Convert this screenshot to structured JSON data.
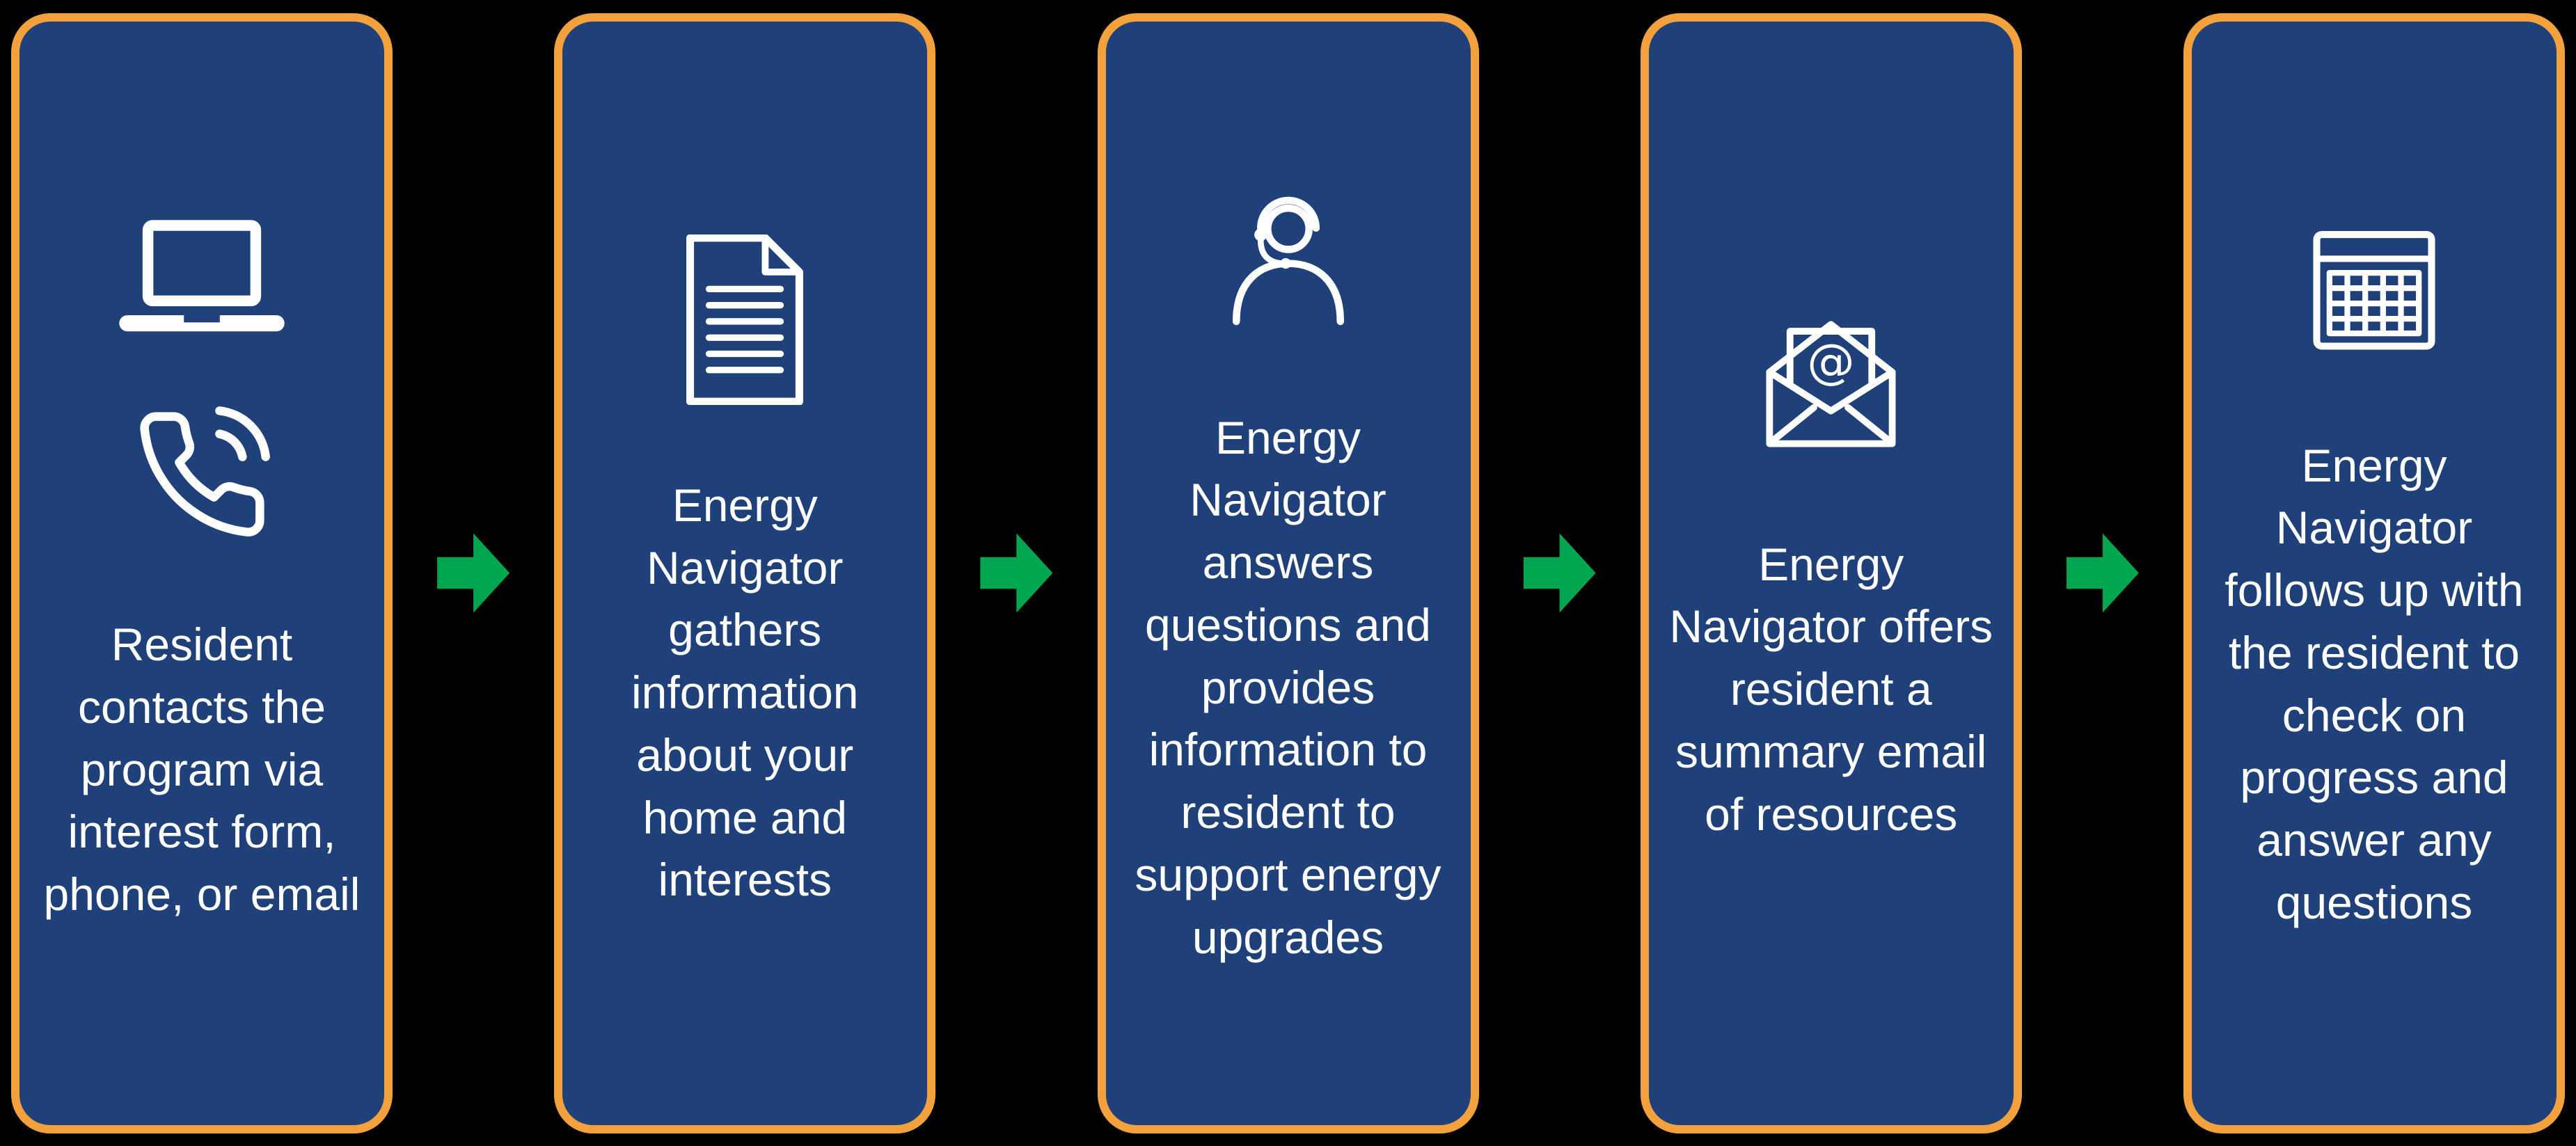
{
  "colors": {
    "background": "#000000",
    "card_bg": "#1F4078",
    "card_border": "#F2A13C",
    "arrow": "#00A64F",
    "text": "#FFFFFF"
  },
  "steps": [
    {
      "icons": [
        "laptop-icon",
        "phone-icon"
      ],
      "text": "Resident contacts the program via interest form, phone, or email"
    },
    {
      "icons": [
        "document-icon"
      ],
      "text": "Energy Navigator gathers information about your home and interests"
    },
    {
      "icons": [
        "support-agent-icon"
      ],
      "text": "Energy Navigator answers questions and provides information to resident to support energy upgrades"
    },
    {
      "icons": [
        "email-at-icon"
      ],
      "text": "Energy Navigator offers resident a summary email of resources"
    },
    {
      "icons": [
        "calendar-icon"
      ],
      "text": "Energy Navigator follows up with the resident to check on progress and answer any questions"
    }
  ]
}
